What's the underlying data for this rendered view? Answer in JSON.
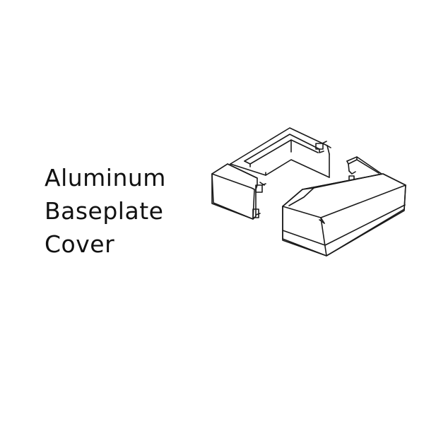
{
  "product": {
    "title_lines": [
      "Aluminum",
      "Baseplate",
      "Cover"
    ]
  },
  "illustration": {
    "icon": "baseplate-cover-line-drawing",
    "stroke_color": "#1a1a1a",
    "background_color": "#ffffff"
  }
}
